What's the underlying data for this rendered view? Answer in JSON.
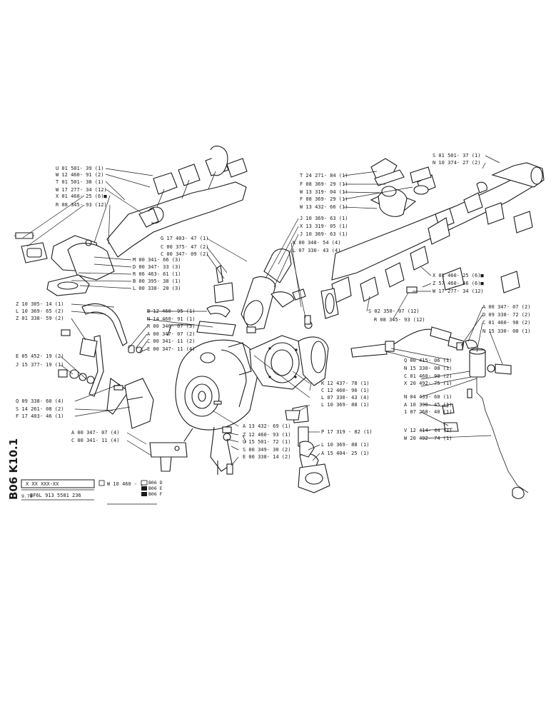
{
  "sheet": {
    "side_code": "B06  K10.1",
    "date": "9.76",
    "part_mask": "X XX XXX-XX",
    "engine": "BF6L 913  5581 236",
    "note_ref": "W 10 460 - 14",
    "variants": [
      "B06 D",
      "B06 E",
      "B06 F"
    ]
  },
  "callouts": [
    {
      "id": "c1",
      "text": "U 01 501- 39 (1)"
    },
    {
      "id": "c2",
      "text": "W 12 460- 91 (2)"
    },
    {
      "id": "c3",
      "text": "T 01 501- 38 (1)"
    },
    {
      "id": "c4",
      "text": "W 17 277- 34 (12)"
    },
    {
      "id": "c5",
      "text": "X 01 460- 25 (6)■"
    },
    {
      "id": "c6",
      "text": "R 08 345- 93 (12)"
    },
    {
      "id": "c7",
      "text": "G 17 403- 47 (1)"
    },
    {
      "id": "c8",
      "text": "C 00 375- 47 (2)"
    },
    {
      "id": "c9",
      "text": "C 00 347- 09 (2)"
    },
    {
      "id": "c10",
      "text": "M 00 341- 66 (3)"
    },
    {
      "id": "c11",
      "text": "D 00 347- 33 (3)"
    },
    {
      "id": "c12",
      "text": "R 06 463- 61 (1)"
    },
    {
      "id": "c13",
      "text": "B 00 395- 38 (1)"
    },
    {
      "id": "c14",
      "text": "L 00 338- 20 (3)"
    },
    {
      "id": "c15",
      "text": "Z 10 305- 14 (1)"
    },
    {
      "id": "c16",
      "text": "L 10 369- 65 (2)"
    },
    {
      "id": "c17",
      "text": "Z 01 338- 59 (2)"
    },
    {
      "id": "c18",
      "text": "B 12 460- 95 (1)"
    },
    {
      "id": "c19",
      "text": "N 14 460- 91 (1)"
    },
    {
      "id": "c20",
      "text": "R 00 346- 07 (3)"
    },
    {
      "id": "c21",
      "text": "A 00 347- 07 (2)"
    },
    {
      "id": "c22",
      "text": "C 00 341- 11 (2)"
    },
    {
      "id": "c23",
      "text": "E 00 347- 11 (4)"
    },
    {
      "id": "c24",
      "text": "E 05 452- 19 (2)"
    },
    {
      "id": "c25",
      "text": "J 15 377- 19 (1)"
    },
    {
      "id": "c26",
      "text": "Q 09 338- 60 (4)"
    },
    {
      "id": "c27",
      "text": "S 14 261- 08 (2)"
    },
    {
      "id": "c28",
      "text": "F 17 403- 46 (1)"
    },
    {
      "id": "c29",
      "text": "A 00 347- 07 (4)"
    },
    {
      "id": "c30",
      "text": "C 00 341- 11 (4)"
    },
    {
      "id": "c31",
      "text": "S 01 501- 37 (1)"
    },
    {
      "id": "c32",
      "text": "N 10 374- 27 (2)"
    },
    {
      "id": "c33",
      "text": "T 24 271- 84 (1)"
    },
    {
      "id": "c34",
      "text": "F 08 369- 29 (1)"
    },
    {
      "id": "c35",
      "text": "W 13 319- 04 (1)"
    },
    {
      "id": "c36",
      "text": "F 08 369- 29 (1)"
    },
    {
      "id": "c37",
      "text": "W 13 432- 66 (1)"
    },
    {
      "id": "c38",
      "text": "J 10 369- 63 (1)"
    },
    {
      "id": "c39",
      "text": "X 13 319- 05 (1)"
    },
    {
      "id": "c40",
      "text": "J 10 369- 63 (1)"
    },
    {
      "id": "c41",
      "text": "K 00 348- 54 (4)"
    },
    {
      "id": "c42",
      "text": "L 07 330- 43 (4)"
    },
    {
      "id": "c43",
      "text": "X 01 460- 25 (6)■"
    },
    {
      "id": "c44",
      "text": "Z 57 460- 46 (6)■"
    },
    {
      "id": "c45",
      "text": "W 17 277- 34 (12)"
    },
    {
      "id": "c46",
      "text": "S 02 350- 07 (12)"
    },
    {
      "id": "c47",
      "text": "R 08 345- 93 (12)"
    },
    {
      "id": "c48",
      "text": "A 00 347- 07 (2)"
    },
    {
      "id": "c49",
      "text": "D 09 338- 72 (2)"
    },
    {
      "id": "c50",
      "text": "C 01 460- 98 (2)"
    },
    {
      "id": "c51",
      "text": "N 15 330- 08 (1)"
    },
    {
      "id": "c52",
      "text": "Q 00 415- 06 (1)"
    },
    {
      "id": "c53",
      "text": "N 15 330- 08 (1)"
    },
    {
      "id": "c54",
      "text": "C 01 460- 98 (2)"
    },
    {
      "id": "c55",
      "text": "X 20 492- 75 (1)"
    },
    {
      "id": "c56",
      "text": "K 12 437- 78 (1)"
    },
    {
      "id": "c57",
      "text": "C 12 460- 96 (1)"
    },
    {
      "id": "c58",
      "text": "L 07 330- 43 (4)"
    },
    {
      "id": "c59",
      "text": "L 10 369- 88 (1)"
    },
    {
      "id": "c60",
      "text": "N 04 433- 60 (1)"
    },
    {
      "id": "c61",
      "text": "A 10 330- 45 (1)"
    },
    {
      "id": "c62",
      "text": "1 07 268- 40 (1)"
    },
    {
      "id": "c63",
      "text": "A 13 432- 69 (1)"
    },
    {
      "id": "c64",
      "text": "Z 12 460- 93 (1)"
    },
    {
      "id": "c65",
      "text": "U 15 501- 72 (1)"
    },
    {
      "id": "c66",
      "text": "S 00 349- 30 (2)"
    },
    {
      "id": "c67",
      "text": "E 00 338- 14 (2)"
    },
    {
      "id": "c68",
      "text": "P 17 319 - 82 (1)"
    },
    {
      "id": "c69",
      "text": "L 10 369- 88 (1)"
    },
    {
      "id": "c70",
      "text": "A 15 404- 25 (1)"
    },
    {
      "id": "c71",
      "text": "V 12 414- 44 (1)"
    },
    {
      "id": "c72",
      "text": "W 20 492- 74 (1)"
    }
  ]
}
